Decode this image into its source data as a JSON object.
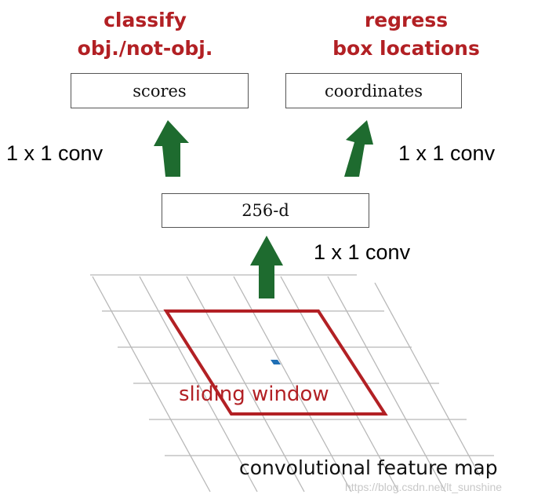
{
  "headings": {
    "left": [
      "classify",
      "obj./not-obj."
    ],
    "right": [
      "regress",
      "box locations"
    ]
  },
  "boxes": {
    "scores": "scores",
    "coordinates": "coordinates",
    "hidden": "256-d"
  },
  "conv_labels": {
    "left": "1 x 1 conv",
    "right": "1 x 1 conv",
    "middle": "1 x 1 conv"
  },
  "sliding_window_label": "sliding window",
  "feature_map_label": "convolutional feature map",
  "watermark": "https://blog.csdn.net/lt_sunshine",
  "colors": {
    "accent_red": "#b22024",
    "arrow_green": "#1e6b2f",
    "grid_gray": "#b8b8b8",
    "anchor_blue": "#1f6fb5"
  }
}
